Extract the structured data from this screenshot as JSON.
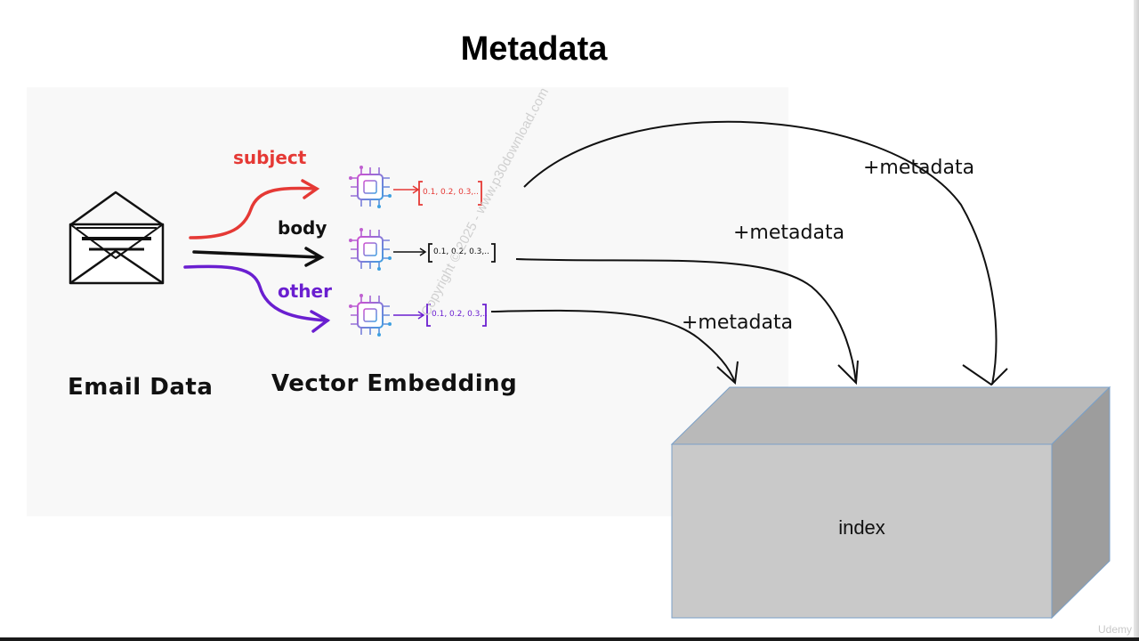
{
  "title": "Metadata",
  "labels": {
    "email_data": "Email Data",
    "vector_embedding": "Vector Embedding",
    "index": "index"
  },
  "branches": [
    {
      "label": "subject",
      "color": "#e53935"
    },
    {
      "label": "body",
      "color": "#111111"
    },
    {
      "label": "other",
      "color": "#6a1fd0"
    }
  ],
  "vectors": [
    {
      "text": "0.1, 0.2, 0.3,..",
      "color": "#e53935"
    },
    {
      "text": "0.1, 0.2, 0.3,..",
      "color": "#111111"
    },
    {
      "text": "0.1, 0.2, 0.3,..",
      "color": "#6a1fd0"
    }
  ],
  "metadata_labels": [
    "+metadata",
    "+metadata",
    "+metadata"
  ],
  "watermark": "Copyright © 2025 - www.p30download.com",
  "brand": "Udemy",
  "icons": [
    "envelope-icon",
    "ai-chip-icon"
  ]
}
